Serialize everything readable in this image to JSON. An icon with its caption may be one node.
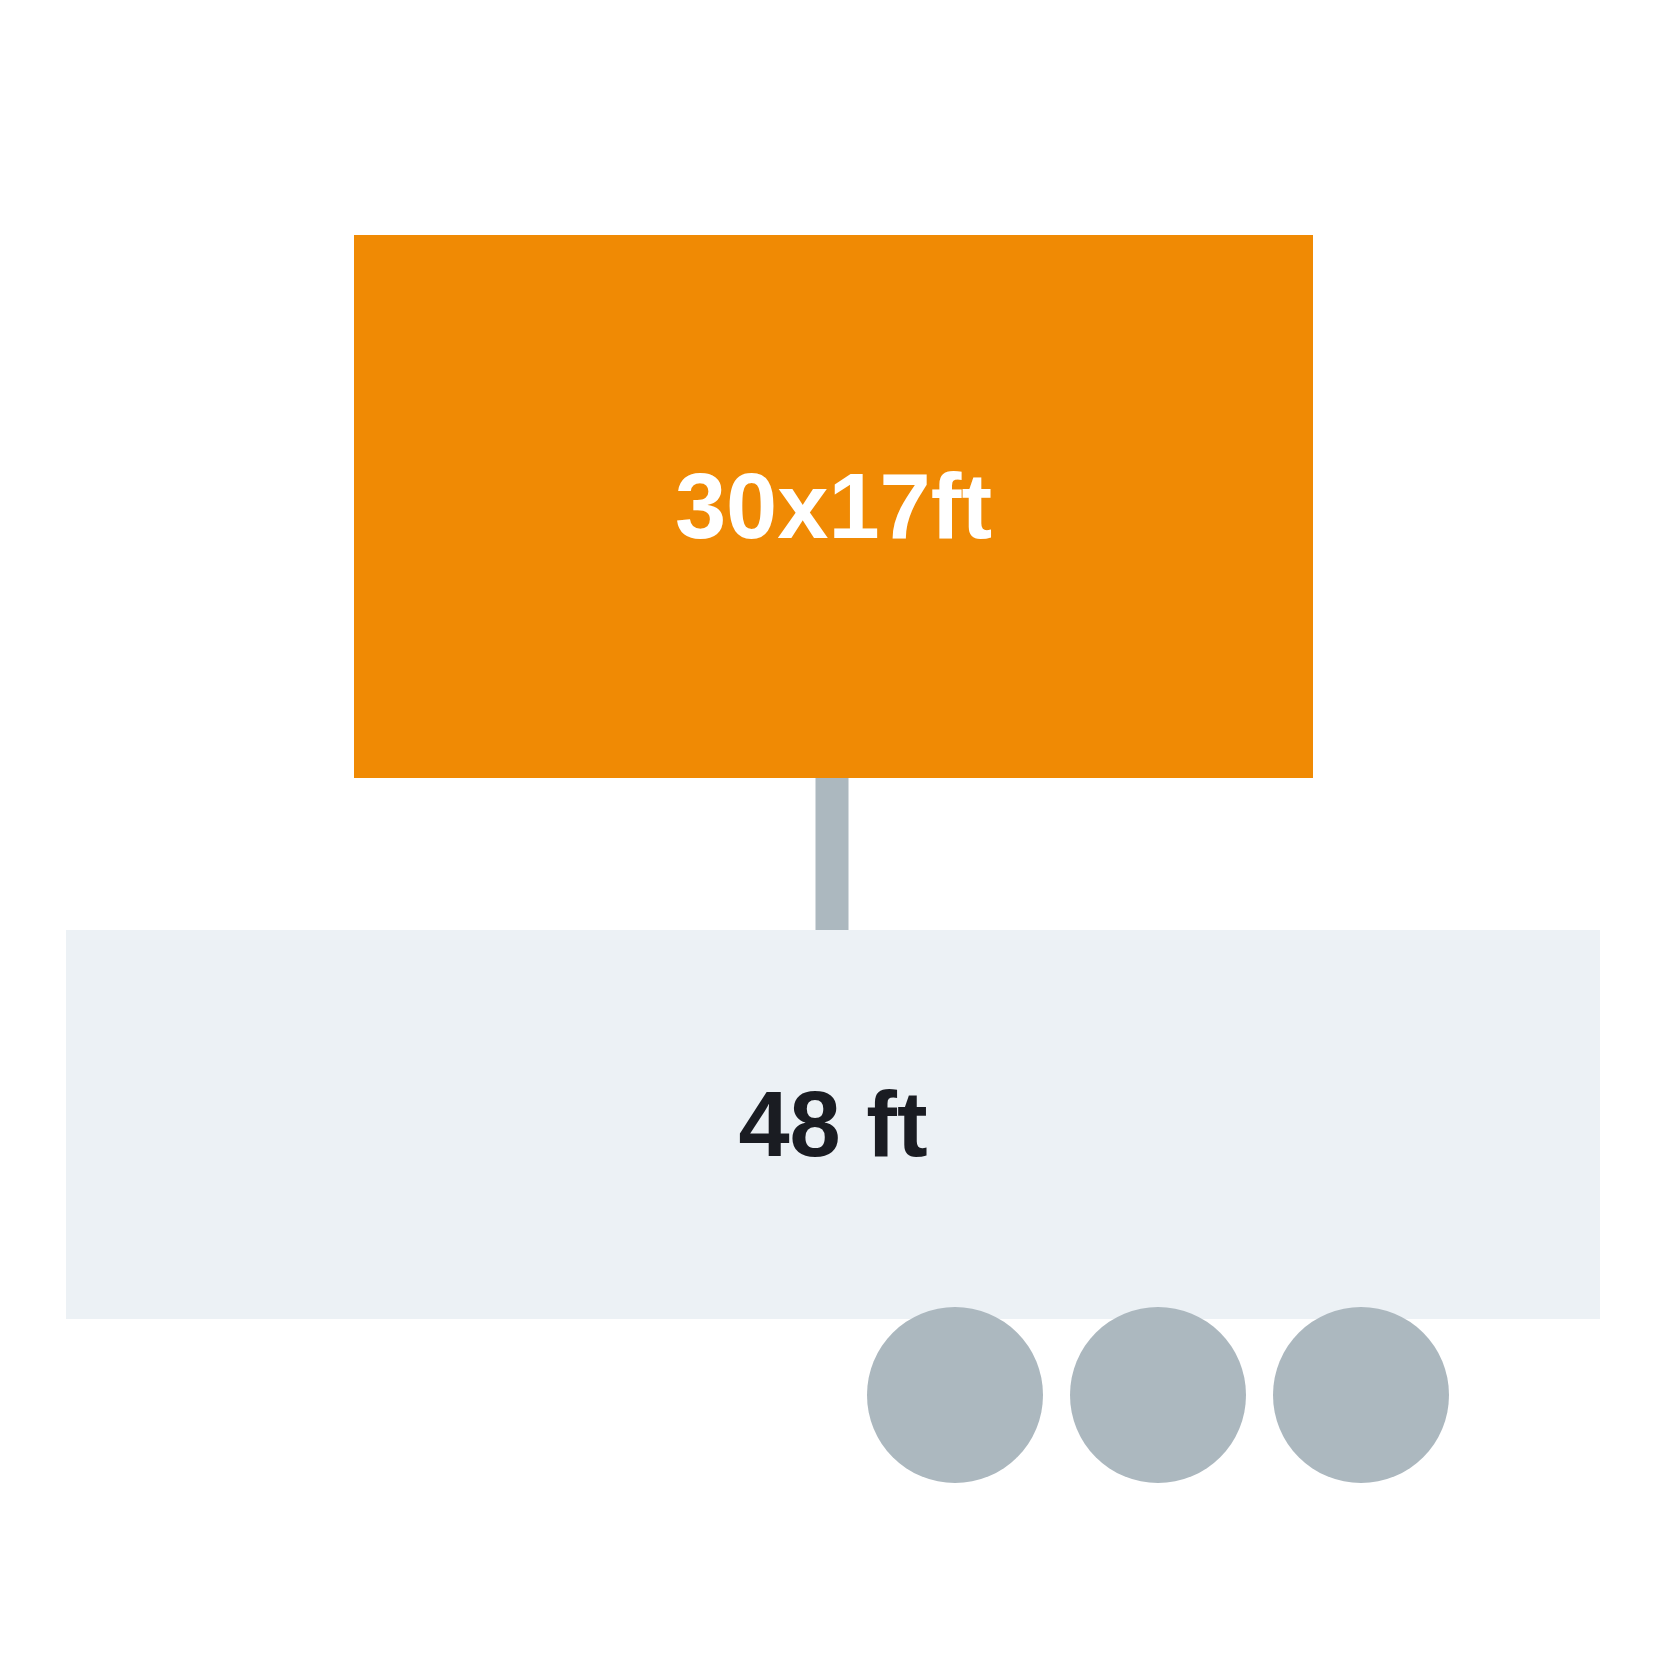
{
  "diagram": {
    "nodes": [
      {
        "text": [
          "30x17ft"
        ]
      },
      {
        "text": [
          "48 ft"
        ]
      },
      {
        "text": [],
        "shape": "circle"
      },
      {
        "text": [],
        "shape": "circle"
      },
      {
        "text": [],
        "shape": "circle"
      }
    ],
    "edges": [
      {
        "from": 0,
        "to": 1,
        "arrow": "none",
        "color": "#acb8bf"
      }
    ]
  }
}
